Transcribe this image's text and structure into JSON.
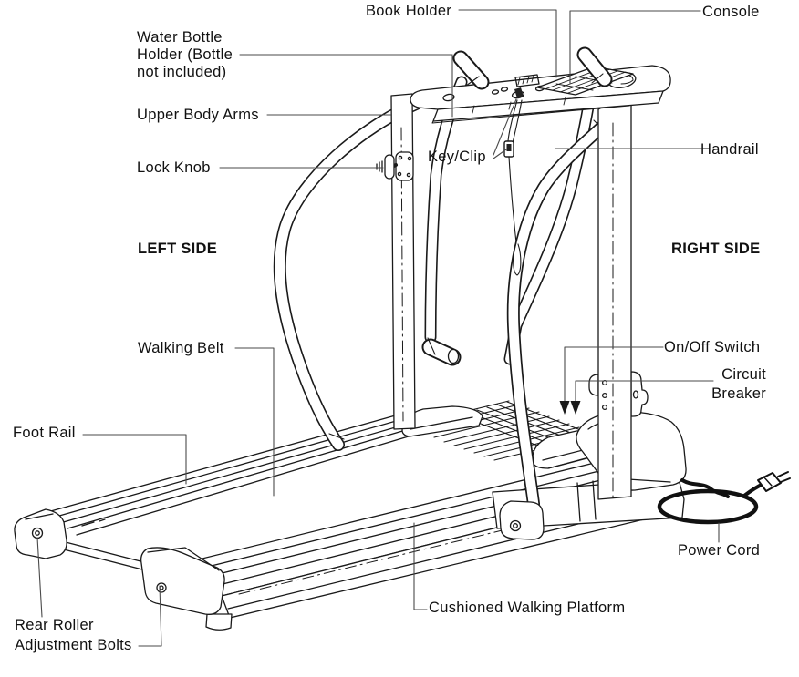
{
  "diagram": {
    "type": "treadmill-parts-diagram",
    "labels": {
      "book_holder": "Book Holder",
      "console": "Console",
      "water_bottle_1": "Water Bottle",
      "water_bottle_2": "Holder (Bottle",
      "water_bottle_3": "not included)",
      "upper_body_arms": "Upper Body Arms",
      "lock_knob": "Lock Knob",
      "key_clip": "Key/Clip",
      "handrail": "Handrail",
      "left_side": "LEFT SIDE",
      "right_side": "RIGHT SIDE",
      "walking_belt": "Walking Belt",
      "on_off_switch": "On/Off Switch",
      "circuit_breaker_1": "Circuit",
      "circuit_breaker_2": "Breaker",
      "foot_rail": "Foot Rail",
      "power_cord": "Power Cord",
      "cushioned_walking_platform": "Cushioned Walking Platform",
      "rear_roller_1": "Rear Roller",
      "rear_roller_2": "Adjustment Bolts"
    },
    "colors": {
      "background": "#ffffff",
      "line_art": "#1a1a1a",
      "leader_line": "#4a4a4a",
      "text": "#111111"
    }
  }
}
